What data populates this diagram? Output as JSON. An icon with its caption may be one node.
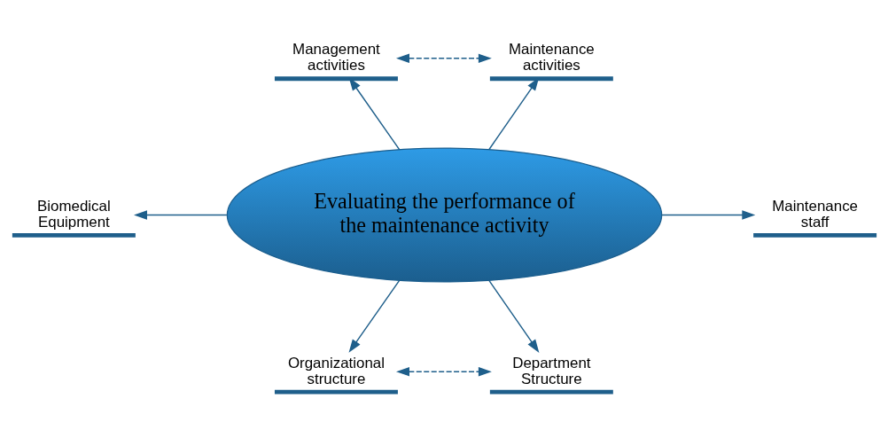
{
  "diagram": {
    "nodes": [
      {
        "text": [
          "Evaluating the performance of the maintenance activity"
        ]
      },
      {
        "text": [
          "Management activities"
        ]
      },
      {
        "text": [
          "Maintenance activities"
        ]
      },
      {
        "text": [
          "Biomedical Equipment"
        ]
      },
      {
        "text": [
          "Maintenance staff"
        ]
      },
      {
        "text": [
          "Organizational structure"
        ]
      },
      {
        "text": [
          "Department Structure"
        ]
      }
    ],
    "edges": [
      {
        "from": 0,
        "to": 1,
        "arrow": "to"
      },
      {
        "from": 0,
        "to": 2,
        "arrow": "to"
      },
      {
        "from": 1,
        "to": 2,
        "arrow": "both",
        "style": "dashed"
      },
      {
        "from": 0,
        "to": 3,
        "arrow": "to"
      },
      {
        "from": 0,
        "to": 4,
        "arrow": "to"
      },
      {
        "from": 0,
        "to": 5,
        "arrow": "to"
      },
      {
        "from": 0,
        "to": 6,
        "arrow": "to"
      },
      {
        "from": 5,
        "to": 6,
        "arrow": "both",
        "style": "dashed"
      }
    ]
  }
}
